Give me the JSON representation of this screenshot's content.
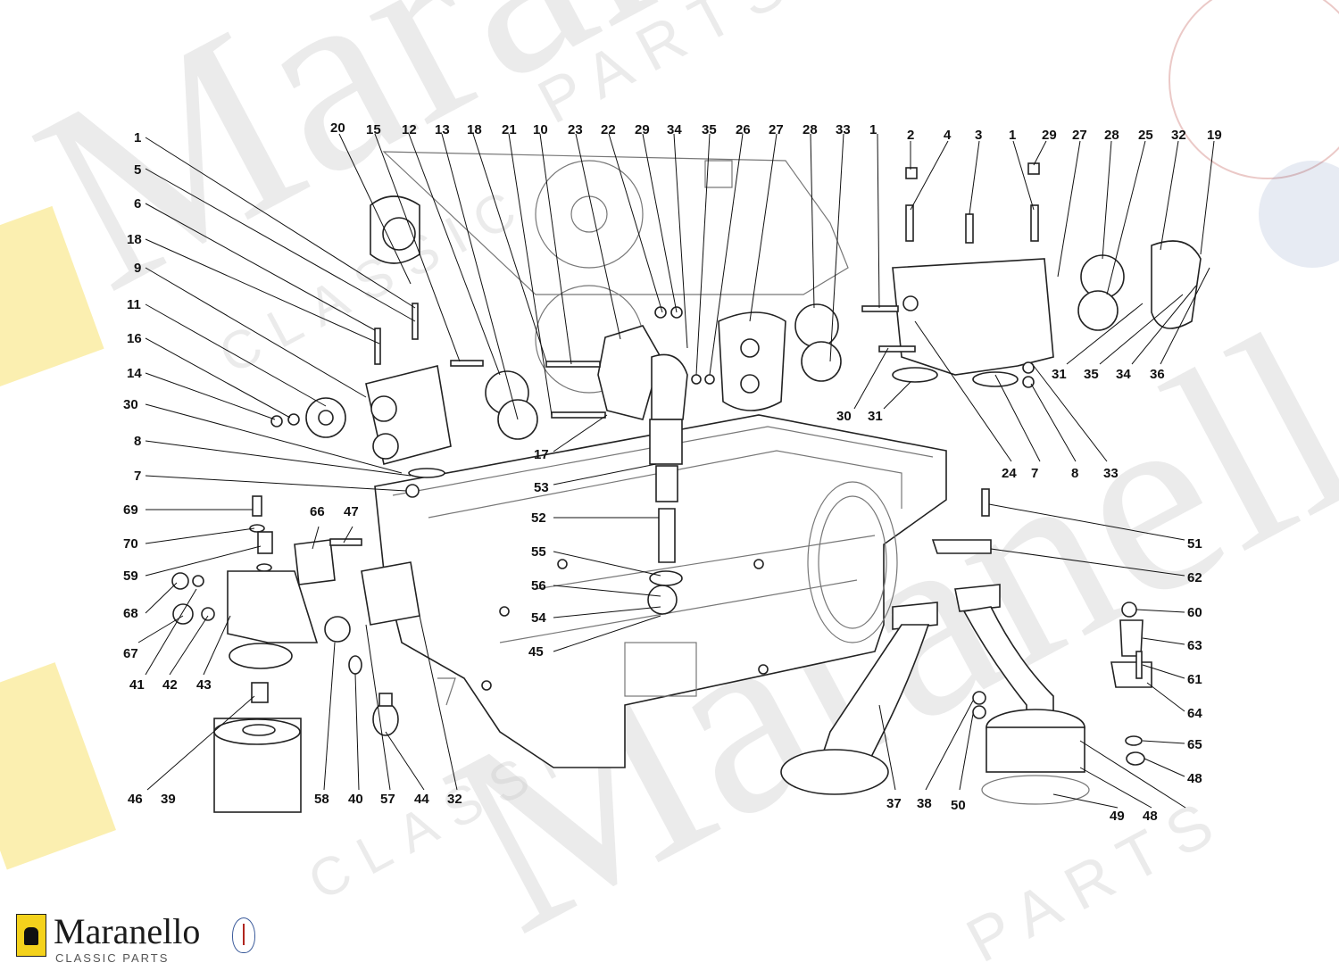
{
  "brand": {
    "name": "Maranello",
    "subtitle": "CLASSIC PARTS",
    "watermark_word": "Maranello",
    "watermark_parts": "PARTS",
    "watermark_classic": "CLASSIC"
  },
  "colors": {
    "line": "#111111",
    "watermark": "#c8c8c8",
    "shield_yellow": "#f4d21c",
    "trident_red": "#b0261e",
    "trident_blue": "#3a5a9a"
  },
  "icons": [
    "ferrari-shield-icon",
    "maserati-trident-icon"
  ],
  "callouts": [
    "1",
    "5",
    "6",
    "18",
    "9",
    "11",
    "16",
    "14",
    "30",
    "8",
    "7",
    "69",
    "70",
    "59",
    "68",
    "67",
    "41",
    "42",
    "43",
    "20",
    "15",
    "12",
    "13",
    "18",
    "21",
    "10",
    "23",
    "22",
    "29",
    "34",
    "35",
    "26",
    "27",
    "28",
    "33",
    "1",
    "2",
    "4",
    "3",
    "1",
    "29",
    "27",
    "28",
    "25",
    "32",
    "19",
    "17",
    "53",
    "52",
    "55",
    "56",
    "54",
    "45",
    "66",
    "47",
    "46",
    "39",
    "58",
    "40",
    "57",
    "44",
    "32",
    "30",
    "31",
    "24",
    "7",
    "8",
    "33",
    "31",
    "35",
    "34",
    "36",
    "51",
    "62",
    "60",
    "63",
    "61",
    "64",
    "65",
    "48",
    "37",
    "38",
    "50",
    "49",
    "48"
  ]
}
